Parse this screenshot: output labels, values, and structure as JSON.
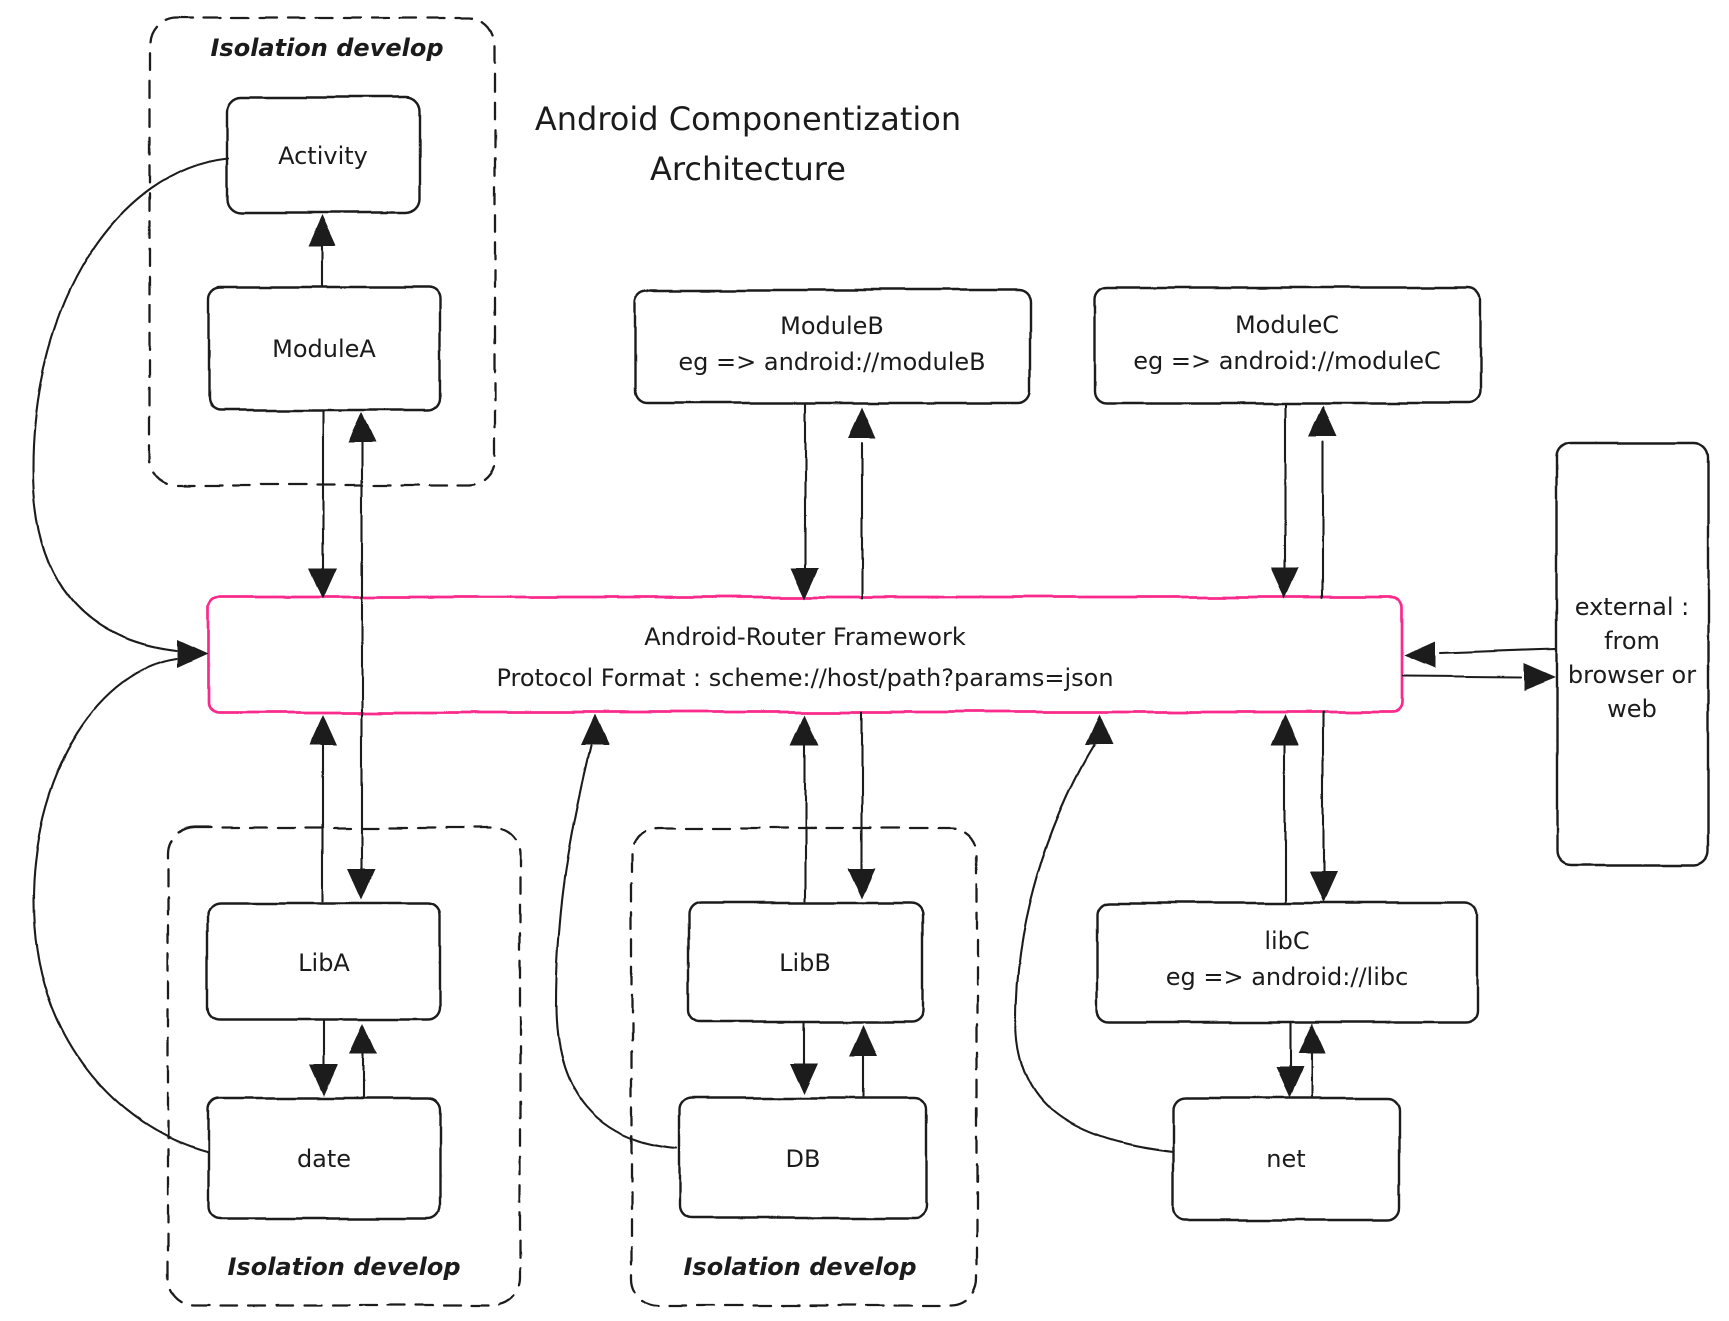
{
  "title": {
    "line1": "Android Componentization",
    "line2": "Architecture"
  },
  "colors": {
    "stroke": "#1b1b1b",
    "router_accent": "#fa2a8c",
    "background": "#ffffff"
  },
  "groups": {
    "top_left": {
      "label": "Isolation develop"
    },
    "bottom_left": {
      "label": "Isolation develop"
    },
    "bottom_middle": {
      "label": "Isolation develop"
    }
  },
  "nodes": {
    "activity": {
      "label": "Activity"
    },
    "module_a": {
      "label": "ModuleA"
    },
    "module_b": {
      "line1": "ModuleB",
      "line2": "eg => android://moduleB"
    },
    "module_c": {
      "line1": "ModuleC",
      "line2": "eg => android://moduleC"
    },
    "router": {
      "line1": "Android-Router Framework",
      "line2": "Protocol Format : scheme://host/path?params=json"
    },
    "external": {
      "line1": "external :",
      "line2": "from",
      "line3": "browser or",
      "line4": "web"
    },
    "lib_a": {
      "label": "LibA"
    },
    "date": {
      "label": "date"
    },
    "lib_b": {
      "label": "LibB"
    },
    "db": {
      "label": "DB"
    },
    "lib_c": {
      "line1": "libC",
      "line2": "eg => android://libc"
    },
    "net": {
      "label": "net"
    }
  }
}
